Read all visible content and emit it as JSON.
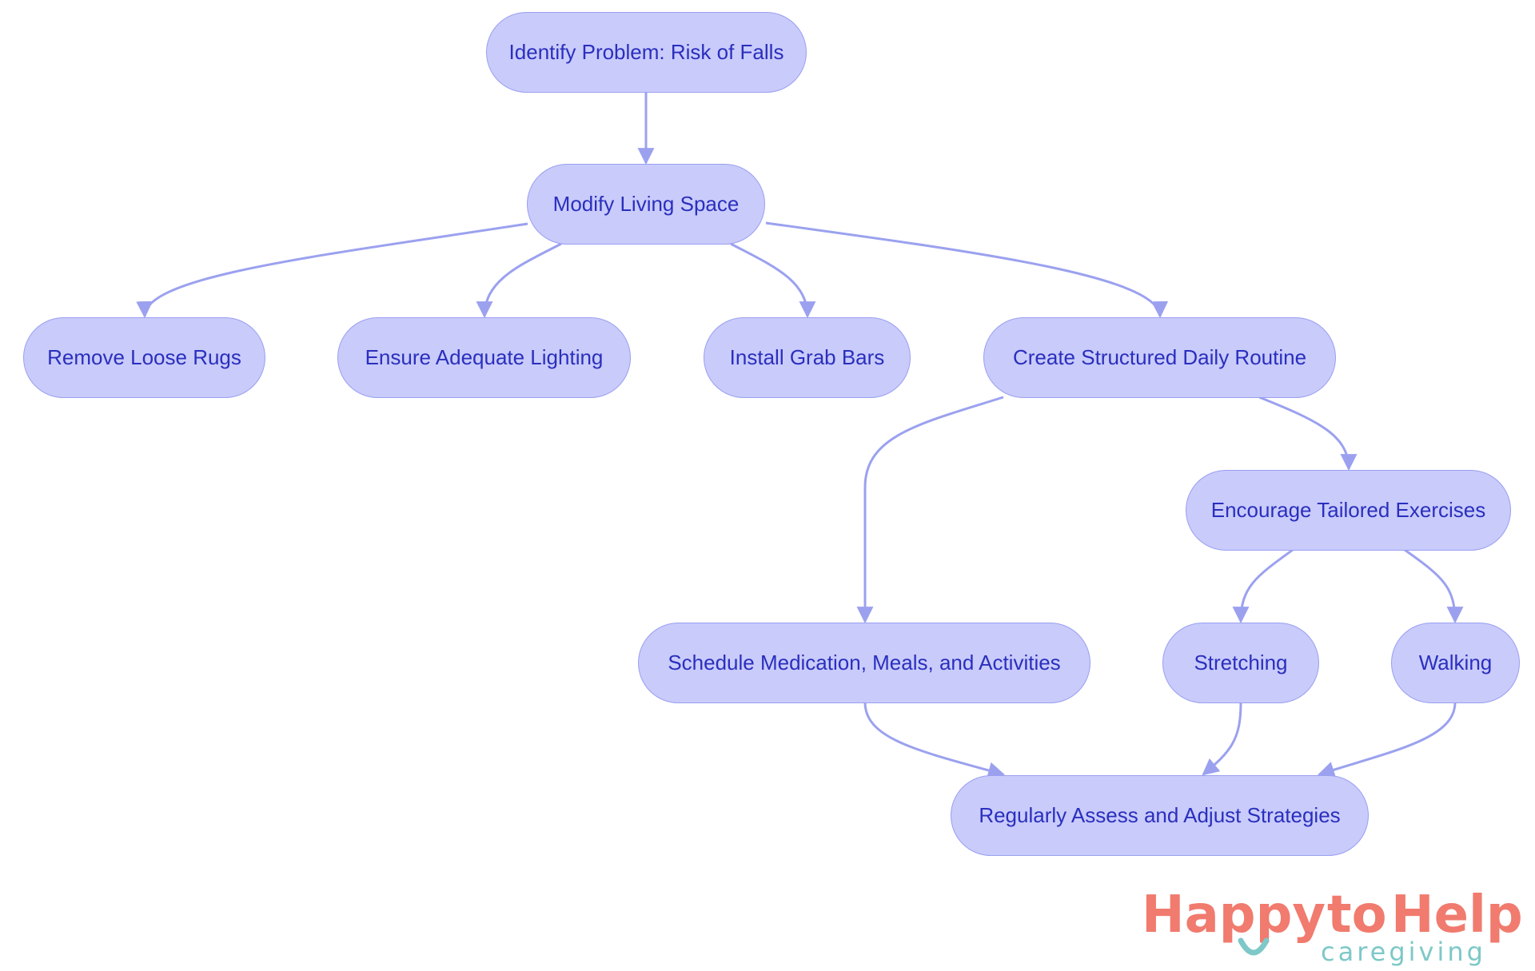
{
  "theme": {
    "node_fill": "#c9cbfb",
    "node_border": "#9a9ff0",
    "node_text": "#2a2fbd",
    "edge": "#9ba1ef",
    "logo_primary": "#f07b6e",
    "logo_secondary": "#7ec8c8"
  },
  "nodes": {
    "identify": "Identify Problem: Risk of Falls",
    "modify": "Modify Living Space",
    "rugs": "Remove Loose Rugs",
    "lighting": "Ensure Adequate Lighting",
    "grab_bars": "Install Grab Bars",
    "routine": "Create Structured Daily Routine",
    "exercises": "Encourage Tailored Exercises",
    "schedule": "Schedule Medication, Meals, and Activities",
    "stretching": "Stretching",
    "walking": "Walking",
    "assess": "Regularly Assess and Adjust Strategies"
  },
  "edges": [
    {
      "from": "identify",
      "to": "modify"
    },
    {
      "from": "modify",
      "to": "rugs"
    },
    {
      "from": "modify",
      "to": "lighting"
    },
    {
      "from": "modify",
      "to": "grab_bars"
    },
    {
      "from": "modify",
      "to": "routine"
    },
    {
      "from": "routine",
      "to": "schedule"
    },
    {
      "from": "routine",
      "to": "exercises"
    },
    {
      "from": "exercises",
      "to": "stretching"
    },
    {
      "from": "exercises",
      "to": "walking"
    },
    {
      "from": "schedule",
      "to": "assess"
    },
    {
      "from": "stretching",
      "to": "assess"
    },
    {
      "from": "walking",
      "to": "assess"
    }
  ],
  "logo": {
    "word1": "Happy",
    "word2": "to",
    "word3": "Help",
    "tagline": "caregiving"
  }
}
